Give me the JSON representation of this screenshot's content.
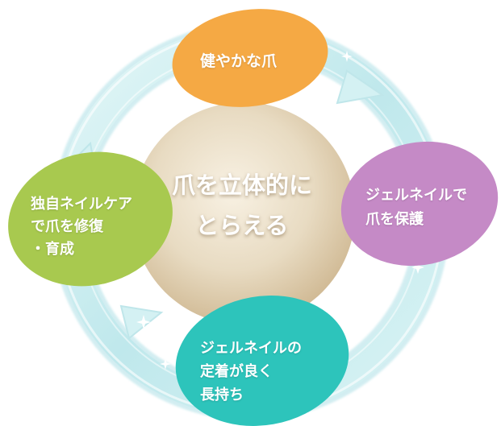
{
  "center": {
    "label": "爪を立体的に\nとらえる",
    "color": "#e6d8bd"
  },
  "nodes": [
    {
      "id": "top",
      "label": "健やかな爪",
      "color": "#f5a944"
    },
    {
      "id": "right",
      "label": "ジェルネイルで\n爪を保護",
      "color": "#c58ac6"
    },
    {
      "id": "bottom",
      "label": "ジェルネイルの\n定着が良く\n長持ち",
      "color": "#2dc4bb"
    },
    {
      "id": "left",
      "label": "独自ネイルケア\nで爪を修復\n・育成",
      "color": "#a8c94f"
    }
  ],
  "ring": {
    "color": "#c7ecef"
  }
}
